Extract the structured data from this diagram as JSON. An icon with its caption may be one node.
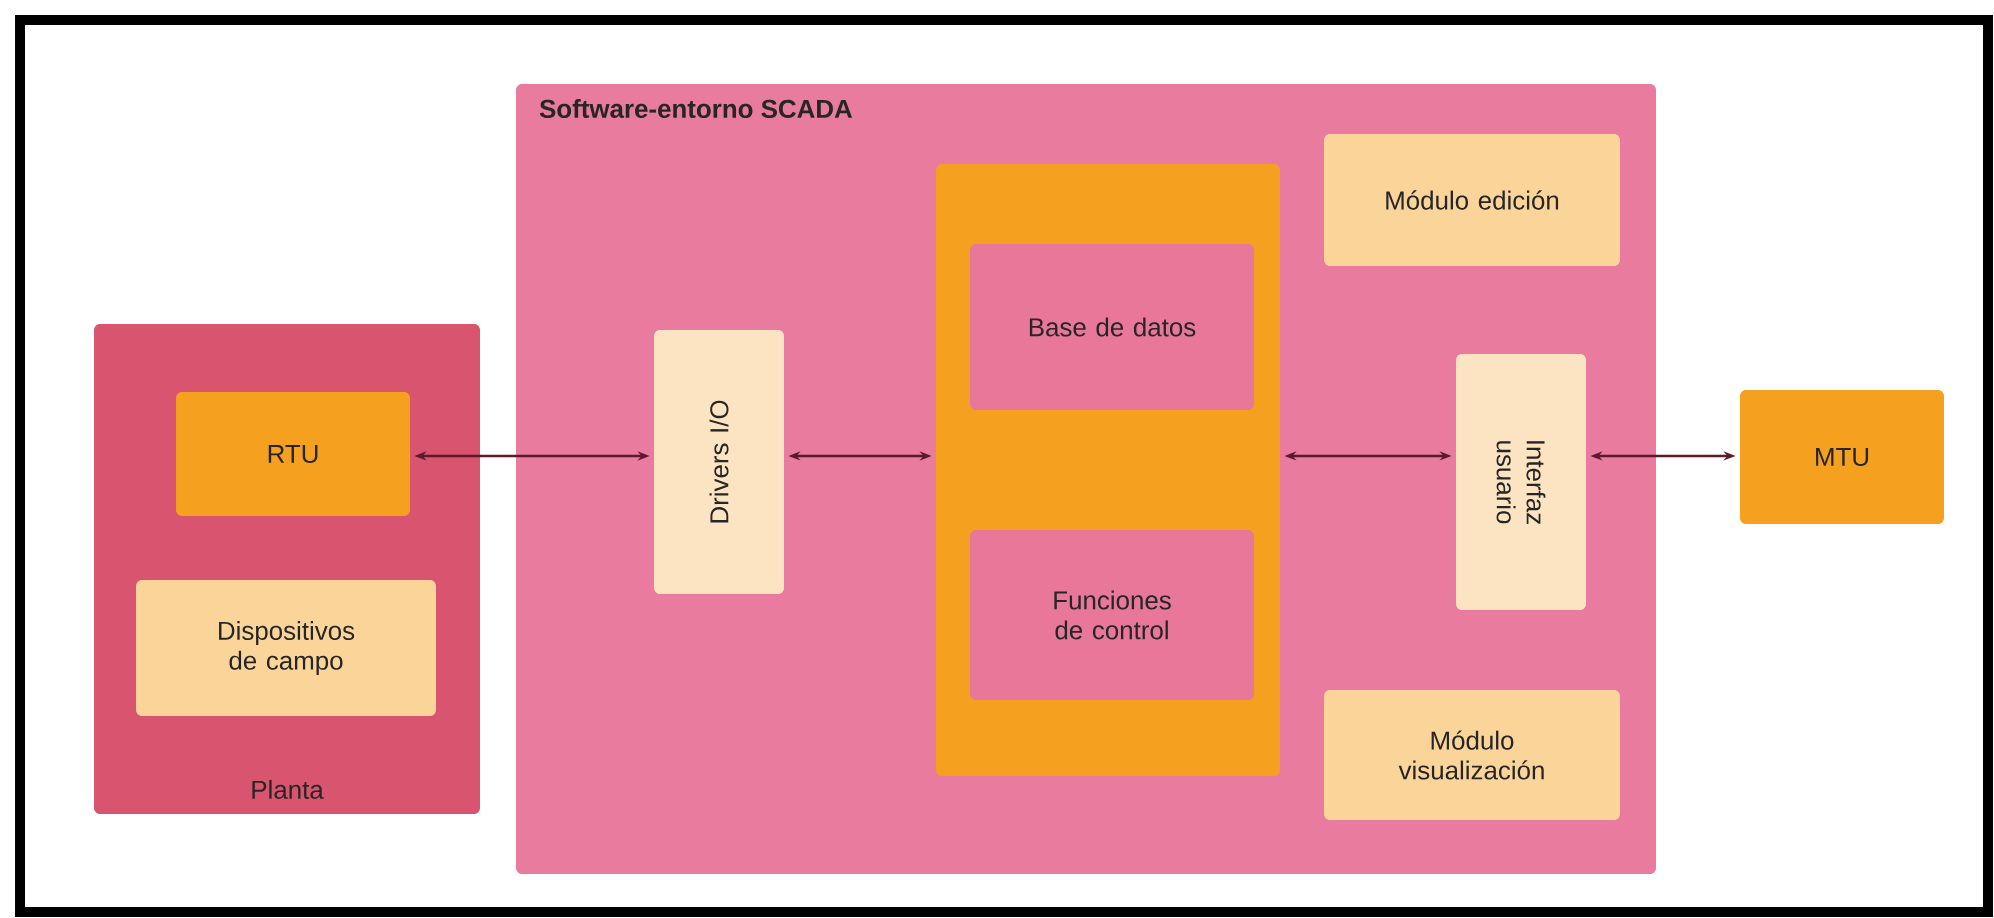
{
  "diagram": {
    "nodes": [
      {
        "text": [
          "Planta"
        ]
      },
      {
        "text": [
          "RTU"
        ],
        "in": 0
      },
      {
        "text": [
          "Dispositivos de campo"
        ],
        "in": 0
      },
      {
        "text": [
          "Software-entorno SCADA"
        ]
      },
      {
        "text": [
          "Drivers I/O"
        ],
        "in": 3
      },
      {
        "text": [],
        "shape": "box",
        "in": 3
      },
      {
        "text": [
          "Base de datos"
        ],
        "in": 5
      },
      {
        "text": [
          "Funciones de control"
        ],
        "in": 5
      },
      {
        "text": [
          "Módulo edición"
        ],
        "in": 3
      },
      {
        "text": [
          "Interfaz usuario"
        ],
        "in": 3
      },
      {
        "text": [
          "Módulo visualización"
        ],
        "in": 3
      },
      {
        "text": [
          "MTU"
        ]
      }
    ],
    "edges": [
      {
        "from": 1,
        "to": 4,
        "arrow": "both"
      },
      {
        "from": 4,
        "to": 5,
        "arrow": "both"
      },
      {
        "from": 5,
        "to": 9,
        "arrow": "both"
      },
      {
        "from": 9,
        "to": 11,
        "arrow": "both"
      }
    ]
  }
}
